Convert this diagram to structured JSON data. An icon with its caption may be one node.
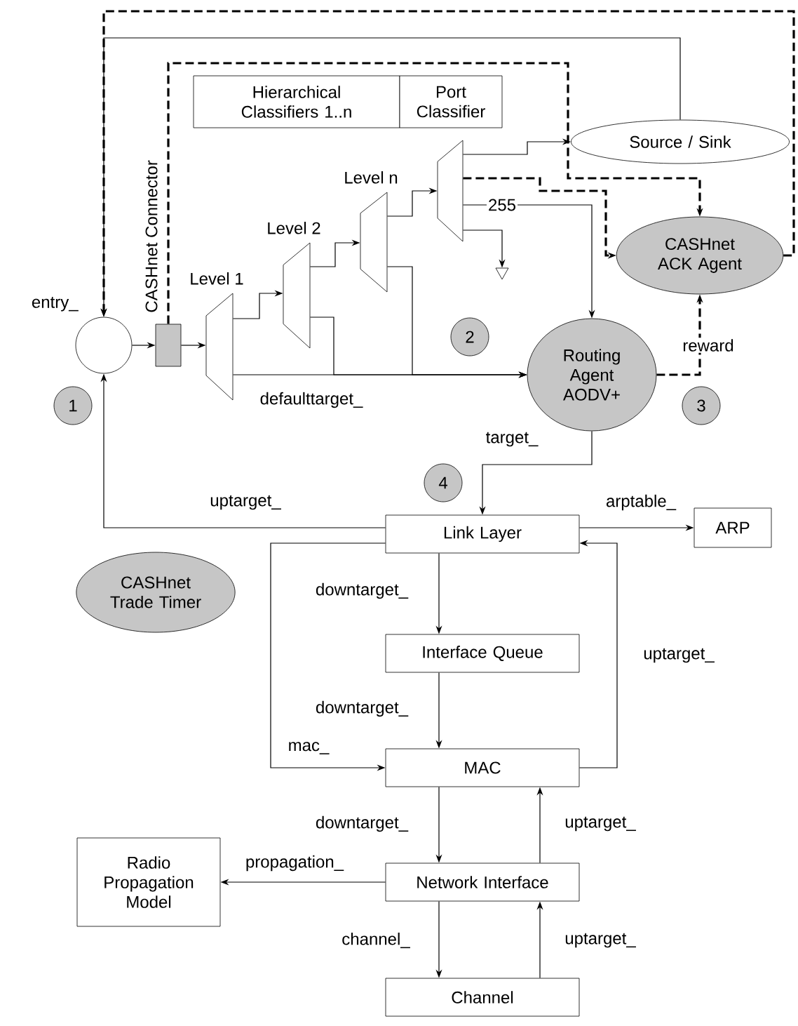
{
  "diagram": {
    "nodes": [
      {
        "text": [],
        "shape": "circle",
        "beside": [
          "entry_"
        ]
      },
      {
        "text": [
          "CASHnet Connector"
        ]
      },
      {
        "text": [
          "Hierarchical Classifiers 1..n"
        ]
      },
      {
        "text": [
          "Port Classifier"
        ]
      },
      {
        "text": [
          "Level 1"
        ]
      },
      {
        "text": [
          "Level 2"
        ]
      },
      {
        "text": [
          "Level n"
        ]
      },
      {
        "text": [],
        "shape": "trapezoid"
      },
      {
        "text": [
          "Source / Sink"
        ]
      },
      {
        "text": [
          "CASHnet ACK Agent"
        ]
      },
      {
        "text": [
          "Routing Agent AODV+"
        ]
      },
      {
        "text": [
          "Link Layer"
        ]
      },
      {
        "text": [
          "ARP"
        ]
      },
      {
        "text": [
          "CASHnet Trade Timer"
        ]
      },
      {
        "text": [
          "Interface Queue"
        ]
      },
      {
        "text": [
          "MAC"
        ]
      },
      {
        "text": [
          "Network Interface"
        ]
      },
      {
        "text": [
          "Radio Propagation Model"
        ]
      },
      {
        "text": [
          "Channel"
        ]
      },
      {
        "text": [],
        "shape": "triangle"
      }
    ],
    "edges": [
      {
        "from": 8,
        "to": 0,
        "arrow": "to"
      },
      {
        "from": 9,
        "to": 0,
        "arrow": "to",
        "style": "dashed"
      },
      {
        "from": 0,
        "to": 1,
        "arrow": "to"
      },
      {
        "from": 1,
        "to": 4,
        "arrow": "to"
      },
      {
        "from": 4,
        "to": 5,
        "arrow": "to"
      },
      {
        "from": 5,
        "to": 6,
        "arrow": "to"
      },
      {
        "from": 6,
        "to": 7,
        "arrow": "to"
      },
      {
        "from": 7,
        "to": 8,
        "arrow": "to"
      },
      {
        "from": 7,
        "to": 9,
        "arrow": "to",
        "style": "dashed"
      },
      {
        "from": 7,
        "to": 10,
        "arrow": "to",
        "label": "255"
      },
      {
        "from": 7,
        "to": 19,
        "arrow": "to"
      },
      {
        "from": 1,
        "to": 9,
        "arrow": "to",
        "style": "dashed"
      },
      {
        "from": 4,
        "to": 10,
        "arrow": "to",
        "label": "defaulttarget_"
      },
      {
        "from": 5,
        "to": 10,
        "arrow": "to"
      },
      {
        "from": 6,
        "to": 10,
        "arrow": "to"
      },
      {
        "from": 10,
        "to": 9,
        "arrow": "to",
        "style": "dashed",
        "label": "reward"
      },
      {
        "from": 10,
        "to": 11,
        "arrow": "to",
        "label": "target_"
      },
      {
        "from": 11,
        "to": 0,
        "arrow": "to",
        "label": "uptarget_"
      },
      {
        "from": 11,
        "to": 12,
        "arrow": "to",
        "label": "arptable_"
      },
      {
        "from": 11,
        "to": 14,
        "arrow": "to",
        "label": "downtarget_"
      },
      {
        "from": 11,
        "to": 15,
        "arrow": "to",
        "label": "mac_"
      },
      {
        "from": 14,
        "to": 15,
        "arrow": "to",
        "label": "downtarget_"
      },
      {
        "from": 15,
        "to": 11,
        "arrow": "to",
        "label": "uptarget_"
      },
      {
        "from": 15,
        "to": 16,
        "arrow": "to",
        "label": "downtarget_"
      },
      {
        "from": 16,
        "to": 15,
        "arrow": "to",
        "label": "uptarget_"
      },
      {
        "from": 16,
        "to": 17,
        "arrow": "to",
        "label": "propagation_"
      },
      {
        "from": 16,
        "to": 18,
        "arrow": "to",
        "label": "channel_"
      },
      {
        "from": 18,
        "to": 16,
        "arrow": "to",
        "label": "uptarget_"
      }
    ],
    "labels": [
      "1",
      "2",
      "3",
      "4"
    ]
  }
}
